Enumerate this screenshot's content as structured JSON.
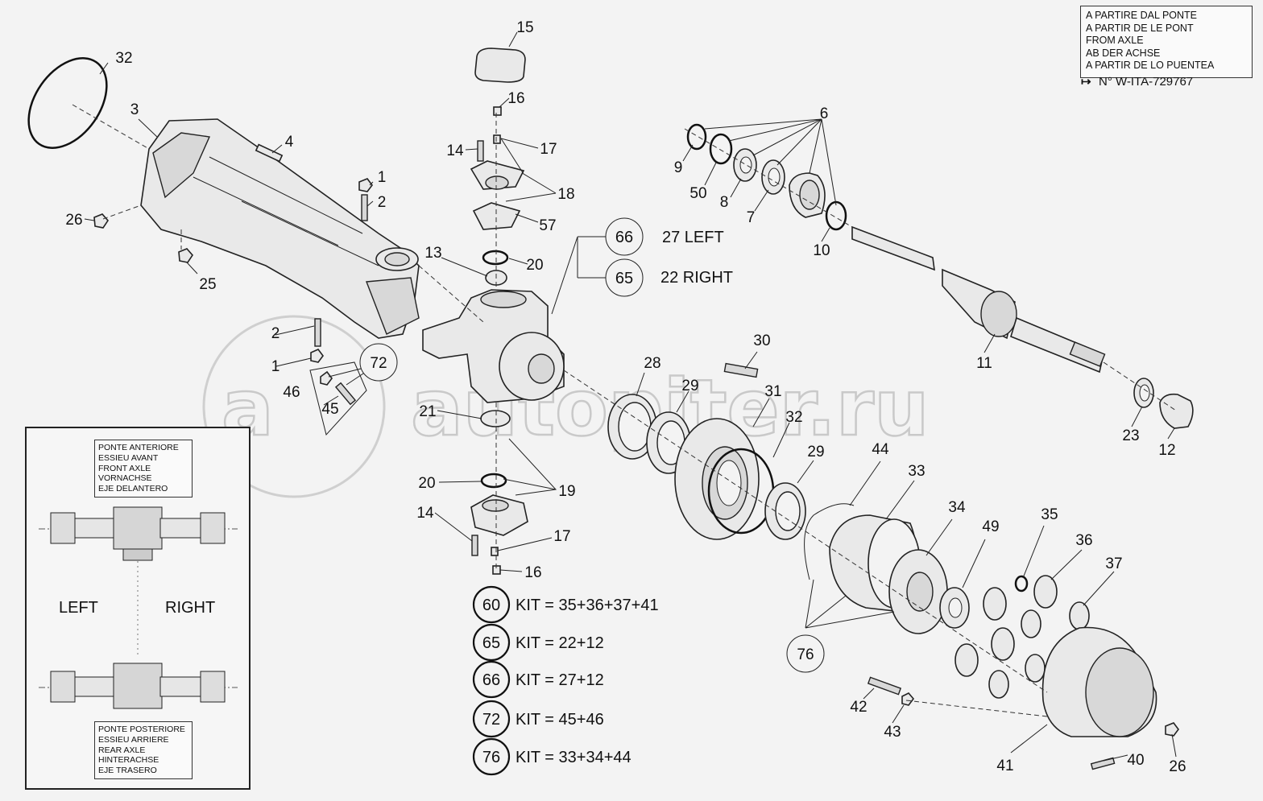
{
  "from_axle_note": {
    "lines": [
      "A PARTIRE DAL PONTE",
      "A PARTIR DE LE PONT",
      "FROM AXLE",
      "AB DER ACHSE",
      "A PARTIR DE LO PUENTEA"
    ],
    "serial": "N° W-ITA-729767"
  },
  "axle_panel": {
    "front_lines": [
      "PONTE ANTERIORE",
      "ESSIEU AVANT",
      "FRONT AXLE",
      "VORNACHSE",
      "EJE DELANTERO"
    ],
    "rear_lines": [
      "PONTE POSTERIORE",
      "ESSIEU ARRIERE",
      "REAR AXLE",
      "HINTERACHSE",
      "EJE TRASERO"
    ],
    "left": "LEFT",
    "right": "RIGHT"
  },
  "callouts": {
    "c1a": "1",
    "c1b": "1",
    "c2a": "2",
    "c2b": "2",
    "c3": "3",
    "c4": "4",
    "c6": "6",
    "c7": "7",
    "c8": "8",
    "c9": "9",
    "c10": "10",
    "c11": "11",
    "c12": "12",
    "c13": "13",
    "c14a": "14",
    "c14b": "14",
    "c15": "15",
    "c16a": "16",
    "c16b": "16",
    "c17a": "17",
    "c17b": "17",
    "c18": "18",
    "c19": "19",
    "c20a": "20",
    "c20b": "20",
    "c21": "21",
    "c23": "23",
    "c25": "25",
    "c26a": "26",
    "c26b": "26",
    "c28": "28",
    "c29a": "29",
    "c29b": "29",
    "c30": "30",
    "c31": "31",
    "c32a": "32",
    "c32b": "32",
    "c33": "33",
    "c34": "34",
    "c35": "35",
    "c36": "36",
    "c37": "37",
    "c40": "40",
    "c41": "41",
    "c42": "42",
    "c43": "43",
    "c44": "44",
    "c45": "45",
    "c46": "46",
    "c49": "49",
    "c50": "50",
    "c57": "57"
  },
  "circled": {
    "k66": "66",
    "k65": "65",
    "k72": "72",
    "k76": "76"
  },
  "side_refs": {
    "left_ref": "27 LEFT",
    "right_ref": "22 RIGHT"
  },
  "kits": [
    {
      "num": "60",
      "text": "KIT = 35+36+37+41"
    },
    {
      "num": "65",
      "text": "KIT = 22+12"
    },
    {
      "num": "66",
      "text": "KIT = 27+12"
    },
    {
      "num": "72",
      "text": "KIT = 45+46"
    },
    {
      "num": "76",
      "text": "KIT = 33+34+44"
    }
  ],
  "watermark": "autopiter.ru"
}
